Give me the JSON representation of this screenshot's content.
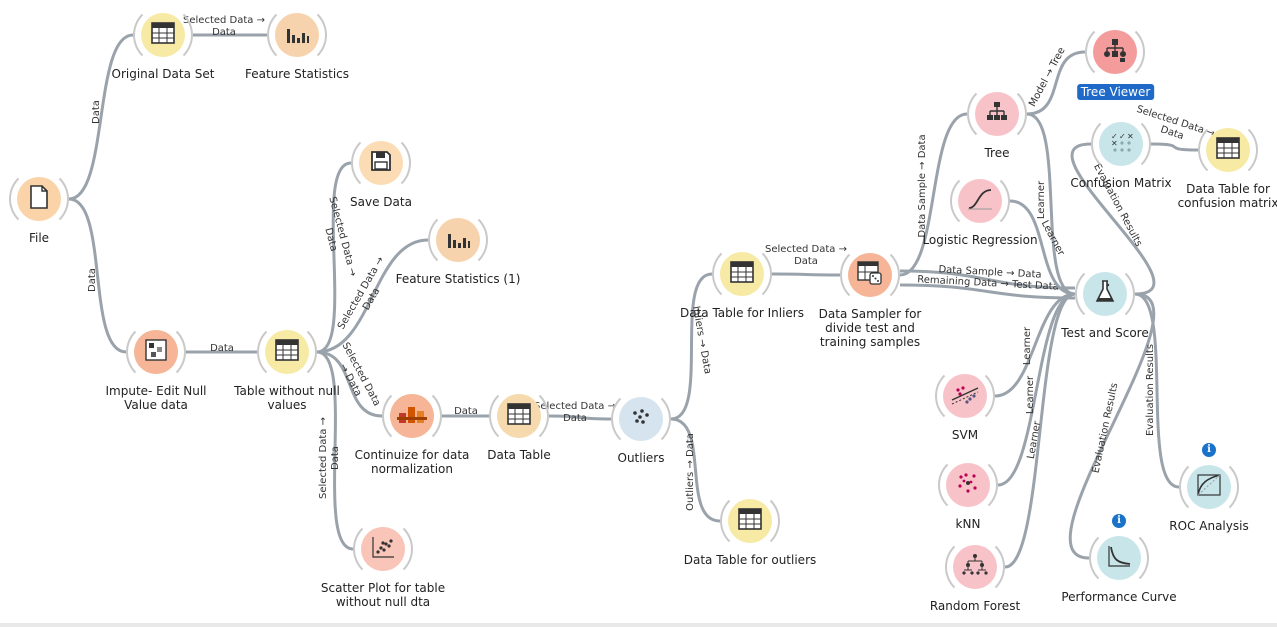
{
  "colors": {
    "data": "#f8e7a0",
    "transform": "#f6c9a2",
    "model": "#f4b7b7",
    "evaluate": "#c8e6ea",
    "unsupervised": "#d6e4ef",
    "link": "#9aa3ab",
    "selected": "#1f6ac8"
  },
  "nodes": [
    {
      "id": "file",
      "title": "File",
      "color": "#fbd3a8",
      "icon": "file-icon"
    },
    {
      "id": "original",
      "title": "Original Data Set",
      "color": "#f6eaa5",
      "icon": "table-icon"
    },
    {
      "id": "featstats",
      "title": "Feature Statistics",
      "color": "#f6d2ad",
      "icon": "bar-chart-icon"
    },
    {
      "id": "impute",
      "title": "Impute- Edit Null\nValue data",
      "color": "#f5b596",
      "icon": "impute-icon"
    },
    {
      "id": "tablenn",
      "title": "Table without null\nvalues",
      "color": "#f6eaa5",
      "icon": "table-icon"
    },
    {
      "id": "save",
      "title": "Save Data",
      "color": "#fbdcb4",
      "icon": "save-icon"
    },
    {
      "id": "featstats1",
      "title": "Feature Statistics (1)",
      "color": "#f6d2ad",
      "icon": "bar-chart-icon"
    },
    {
      "id": "continuize",
      "title": "Continuize for data\nnormalization",
      "color": "#f5b596",
      "icon": "continuize-icon"
    },
    {
      "id": "scatter",
      "title": "Scatter Plot for table\nwithout null dta",
      "color": "#f8c5b8",
      "icon": "scatter-icon"
    },
    {
      "id": "datatable",
      "title": "Data Table",
      "color": "#f6d9ad",
      "icon": "table-icon"
    },
    {
      "id": "outliers",
      "title": "Outliers",
      "color": "#d6e4ef",
      "icon": "outliers-icon"
    },
    {
      "id": "dtinliers",
      "title": "Data Table for Inliers",
      "color": "#f6eaa5",
      "icon": "table-icon"
    },
    {
      "id": "dtoutliers",
      "title": "Data Table for outliers",
      "color": "#f6eaa5",
      "icon": "table-icon"
    },
    {
      "id": "sampler",
      "title": "Data Sampler for\ndivide test and\ntraining samples",
      "color": "#f5b596",
      "icon": "sampler-icon"
    },
    {
      "id": "tree",
      "title": "Tree",
      "color": "#f8c3c8",
      "icon": "tree-icon"
    },
    {
      "id": "treeviewer",
      "title": "Tree Viewer",
      "color": "#f49c9c",
      "icon": "tree-viewer-icon",
      "selected": true
    },
    {
      "id": "logreg",
      "title": "Logistic Regression",
      "color": "#f8c3c8",
      "icon": "sigmoid-icon"
    },
    {
      "id": "confusion",
      "title": "Confusion Matrix",
      "color": "#c8e6ea",
      "icon": "confusion-matrix-icon"
    },
    {
      "id": "dtconfusion",
      "title": "Data Table for\nconfusion matrix",
      "color": "#f6eaa5",
      "icon": "table-icon"
    },
    {
      "id": "testscore",
      "title": "Test and Score",
      "color": "#c8e6ea",
      "icon": "flask-icon"
    },
    {
      "id": "svm",
      "title": "SVM",
      "color": "#f8c3c8",
      "icon": "svm-icon"
    },
    {
      "id": "knn",
      "title": "kNN",
      "color": "#f8c3c8",
      "icon": "knn-icon"
    },
    {
      "id": "rf",
      "title": "Random Forest",
      "color": "#f8c3c8",
      "icon": "forest-icon"
    },
    {
      "id": "perf",
      "title": "Performance Curve",
      "color": "#c8e6ea",
      "icon": "curve-icon",
      "info": true
    },
    {
      "id": "roc",
      "title": "ROC Analysis",
      "color": "#c8e6ea",
      "icon": "roc-icon",
      "info": true
    }
  ],
  "links": [
    {
      "id": "file-original",
      "label": "Data"
    },
    {
      "id": "file-impute",
      "label": "Data"
    },
    {
      "id": "original-featstats",
      "label": "Selected Data →\nData"
    },
    {
      "id": "impute-tablenn",
      "label": "Data"
    },
    {
      "id": "tablenn-save",
      "label": "Selected Data →\nData"
    },
    {
      "id": "tablenn-featstats1",
      "label": "Selected Data →\nData"
    },
    {
      "id": "tablenn-continuize",
      "label": "Selected Data\n→ Data"
    },
    {
      "id": "tablenn-scatter",
      "label": "Selected Data →\nData"
    },
    {
      "id": "continuize-datatable",
      "label": "Data"
    },
    {
      "id": "datatable-outliers",
      "label": "Selected Data →\nData"
    },
    {
      "id": "outliers-dtinliers",
      "label": "Inliers → Data"
    },
    {
      "id": "outliers-dtoutliers",
      "label": "Outliers → Data"
    },
    {
      "id": "dtinliers-sampler",
      "label": "Selected Data →\nData"
    },
    {
      "id": "sampler-tree",
      "label": "Data Sample → Data"
    },
    {
      "id": "sampler-testscore-1",
      "label": "Data Sample → Data"
    },
    {
      "id": "sampler-testscore-2",
      "label": "Remaining Data → Test Data"
    },
    {
      "id": "tree-treeviewer",
      "label": "Model → Tree"
    },
    {
      "id": "tree-testscore",
      "label": "Learner"
    },
    {
      "id": "logreg-testscore",
      "label": "Learner"
    },
    {
      "id": "confusion-dtconfusion",
      "label": "Selected Data →\nData"
    },
    {
      "id": "testscore-confusion",
      "label": "Evaluation Results"
    },
    {
      "id": "svm-testscore",
      "label": "Learner"
    },
    {
      "id": "knn-testscore",
      "label": "Learner"
    },
    {
      "id": "rf-testscore",
      "label": "Learner"
    },
    {
      "id": "testscore-perf",
      "label": "Evaluation Results"
    },
    {
      "id": "testscore-roc",
      "label": "Evaluation Results"
    }
  ]
}
